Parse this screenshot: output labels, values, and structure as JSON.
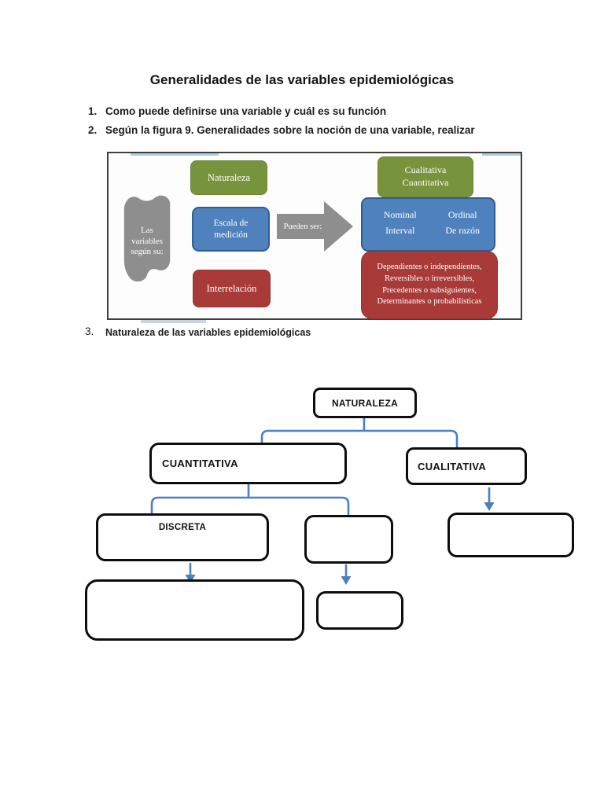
{
  "doc": {
    "title": "Generalidades de las variables epidemiológicas",
    "items": [
      {
        "num": "1.",
        "text": "Como puede definirse una variable y cuál es su función"
      },
      {
        "num": "2.",
        "text": "Según la figura 9. Generalidades sobre la noción de una variable, realizar"
      },
      {
        "num": "3.",
        "text": "Naturaleza de las variables epidemiológicas"
      }
    ]
  },
  "figure": {
    "source_brace_lines": [
      "Las",
      "variables",
      "según su:"
    ],
    "naturaleza_label": "Naturaleza",
    "escala_lines": [
      "Escala de",
      "medición"
    ],
    "interrelacion_label": "Interrelación",
    "arrow_label": "Pueden ser:",
    "tipo_lines": [
      "Cualitativa",
      "Cuantitativa"
    ],
    "escala_values": {
      "c1r1": "Nominal",
      "c2r1": "Ordinal",
      "c1r2": "Interval",
      "c2r2": "De razón"
    },
    "interrelacion_lines": [
      "Dependientes o independientes,",
      "Reversibles o irreversibles,",
      "Precedentes o subsiguientes,",
      "Determinantes o probabilísticas"
    ],
    "colors": {
      "green": "#77933c",
      "blue": "#4f81bd",
      "blue_border": "#2f5e93",
      "red": "#a83b38",
      "gray": "#8e8e8e"
    }
  },
  "flowchart": {
    "naturaleza": "NATURALEZA",
    "cuantitativa": "CUANTITATIVA",
    "cualitativa": "CUALITATIVA",
    "discreta": "DISCRETA",
    "connector_color": "#4a7fc1"
  }
}
